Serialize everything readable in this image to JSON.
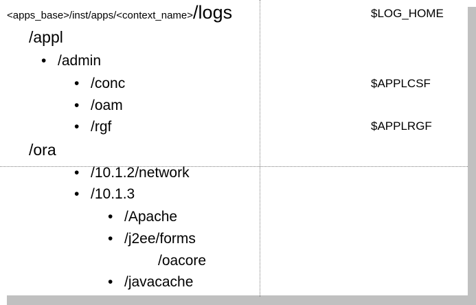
{
  "heading": {
    "prefix": "<apps_base>/inst/apps/<context_name>",
    "main": "/logs",
    "env": "$LOG_HOME"
  },
  "tree": {
    "appl": "/appl",
    "admin": "/admin",
    "conc": "/conc",
    "oam": "/oam",
    "rgf": "/rgf",
    "ora": "/ora",
    "network": "/10.1.2/network",
    "v1013": "/10.1.3",
    "apache": "/Apache",
    "j2ee_forms": "/j2ee/forms",
    "oacore": "/oacore",
    "javacache": "/javacache"
  },
  "env_vars": {
    "conc": "$APPLCSF",
    "rgf": "$APPLRGF"
  },
  "bullet": "•"
}
